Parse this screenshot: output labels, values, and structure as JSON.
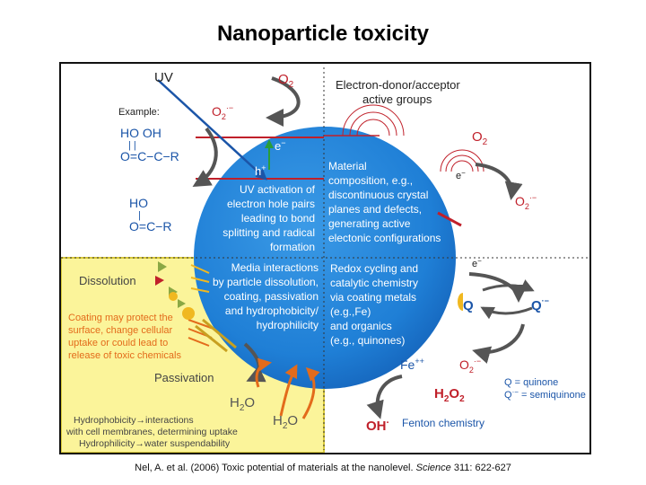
{
  "title": "Nanoparticle toxicity",
  "citation": {
    "authors": "Nel, A. et al. (2006) Toxic potential of materials at the nanolevel.",
    "journal": "Science",
    "ref": "311: 622-627"
  },
  "diagram": {
    "uv_label": "UV",
    "o2": "O",
    "o2_sub": "2",
    "superoxide": "O",
    "superoxide_sub": "2",
    "superoxide_sup": "·−",
    "example_label": "Example:",
    "chem": {
      "ho_oh": "HO  OH",
      "bonds_top": "|       |",
      "o_c_c_r": "O=C−C−R",
      "ho": "HO",
      "bond_single": "|",
      "o_c_r": "O=C−R"
    },
    "electron": "e",
    "electron_sup": "−",
    "hole": "h",
    "hole_sup": "+",
    "uv_activation": [
      "UV activation of",
      "electron hole pairs",
      "leading to bond",
      "splitting and radical",
      "formation"
    ],
    "donor_acceptor": [
      "Electron-donor/acceptor",
      "active groups"
    ],
    "material_composition": [
      "Material",
      "composition, e.g.,",
      "discontinuous crystal",
      "planes and defects,",
      "generating active",
      "electonic configurations"
    ],
    "media_interactions": [
      "Media interactions",
      "by particle dissolution,",
      "coating, passivation",
      "and hydrophobicity/",
      "hydrophilicity"
    ],
    "redox_cycling": [
      "Redox cycling and",
      "catalytic chemistry",
      "via coating metals",
      "(e.g.,Fe)",
      "and organics",
      "(e.g., quinones)"
    ],
    "dissolution": "Dissolution",
    "coating_note": [
      "Coating may protect the",
      "surface, change cellular",
      "uptake or could lead to",
      "release of toxic chemicals"
    ],
    "passivation": "Passivation",
    "h2o": "H",
    "h2o_sub": "2",
    "h2o_o": "O",
    "hydrophobicity": [
      "Hydrophobicity→interactions",
      "with cell membranes, determining uptake",
      "Hydrophilicity→water suspendability"
    ],
    "q": "Q",
    "q_radical": "Q",
    "q_radical_sup": "·−",
    "fe": "Fe",
    "fe_sup": "++",
    "h2o2": "H",
    "h2o2_sub": "2",
    "h2o2_o": "O",
    "h2o2_sub2": "2",
    "oh_radical": "OH",
    "oh_sup": "·",
    "fenton": "Fenton chemistry",
    "q_legend": "Q = quinone",
    "q_legend2": "Q",
    "q_legend2_sup": "·−",
    "q_legend2_rest": " = semiquinone"
  }
}
